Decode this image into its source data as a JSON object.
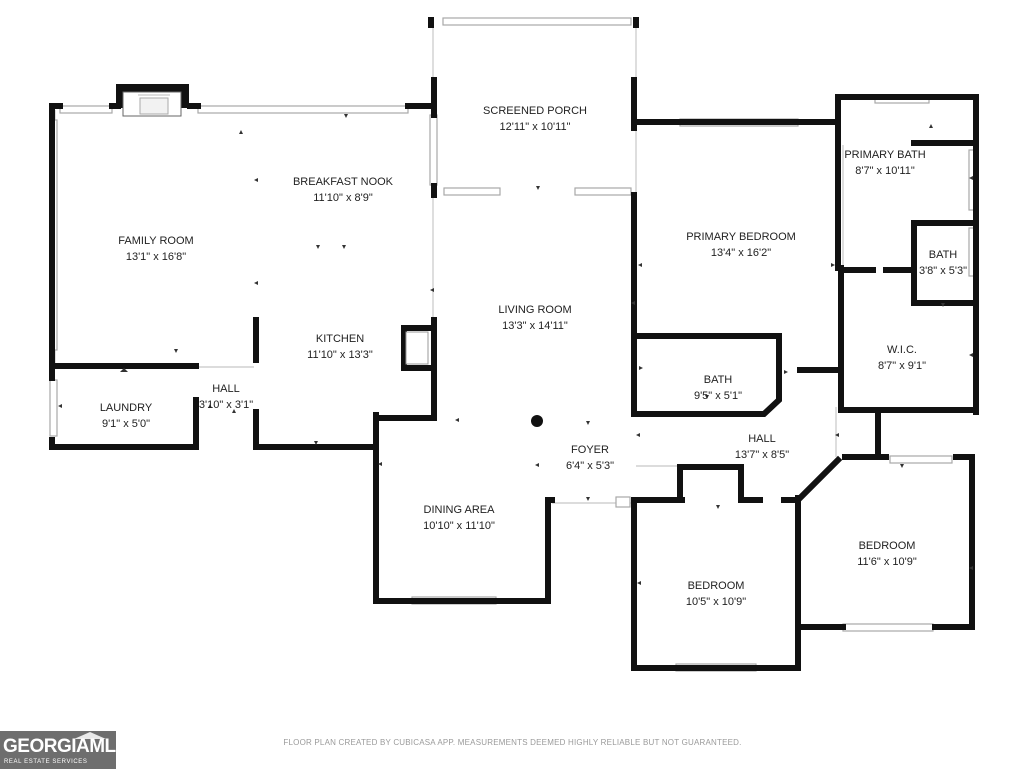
{
  "rooms": {
    "screened_porch": {
      "name": "SCREENED PORCH",
      "dim": "12'11\" x 10'11\""
    },
    "breakfast_nook": {
      "name": "BREAKFAST NOOK",
      "dim": "11'10\" x 8'9\""
    },
    "family_room": {
      "name": "FAMILY ROOM",
      "dim": "13'1\" x 16'8\""
    },
    "kitchen": {
      "name": "KITCHEN",
      "dim": "11'10\" x 13'3\""
    },
    "living_room": {
      "name": "LIVING ROOM",
      "dim": "13'3\" x 14'11\""
    },
    "primary_bedroom": {
      "name": "PRIMARY BEDROOM",
      "dim": "13'4\" x 16'2\""
    },
    "primary_bath": {
      "name": "PRIMARY BATH",
      "dim": "8'7\" x 10'11\""
    },
    "bath_small": {
      "name": "BATH",
      "dim": "3'8\" x 5'3\""
    },
    "wic": {
      "name": "W.I.C.",
      "dim": "8'7\" x 9'1\""
    },
    "bath_hall": {
      "name": "BATH",
      "dim": "9'5\" x 5'1\""
    },
    "laundry": {
      "name": "LAUNDRY",
      "dim": "9'1\" x 5'0\""
    },
    "hall_small": {
      "name": "HALL",
      "dim": "3'10\" x 3'1\""
    },
    "hall_main": {
      "name": "HALL",
      "dim": "13'7\" x 8'5\""
    },
    "foyer": {
      "name": "FOYER",
      "dim": "6'4\" x 5'3\""
    },
    "dining_area": {
      "name": "DINING AREA",
      "dim": "10'10\" x 11'10\""
    },
    "bedroom_1": {
      "name": "BEDROOM",
      "dim": "10'5\" x 10'9\""
    },
    "bedroom_2": {
      "name": "BEDROOM",
      "dim": "11'6\" x 10'9\""
    }
  },
  "footer": {
    "note": "FLOOR PLAN CREATED BY CUBICASA APP. MEASUREMENTS DEEMED HIGHLY RELIABLE BUT NOT GUARANTEED."
  },
  "logo": {
    "brand": "GEORGIAMLS",
    "tagline": "REAL ESTATE SERVICES"
  },
  "colors": {
    "wall": "#111111",
    "window": "#bdbdbd",
    "background": "#ffffff"
  }
}
